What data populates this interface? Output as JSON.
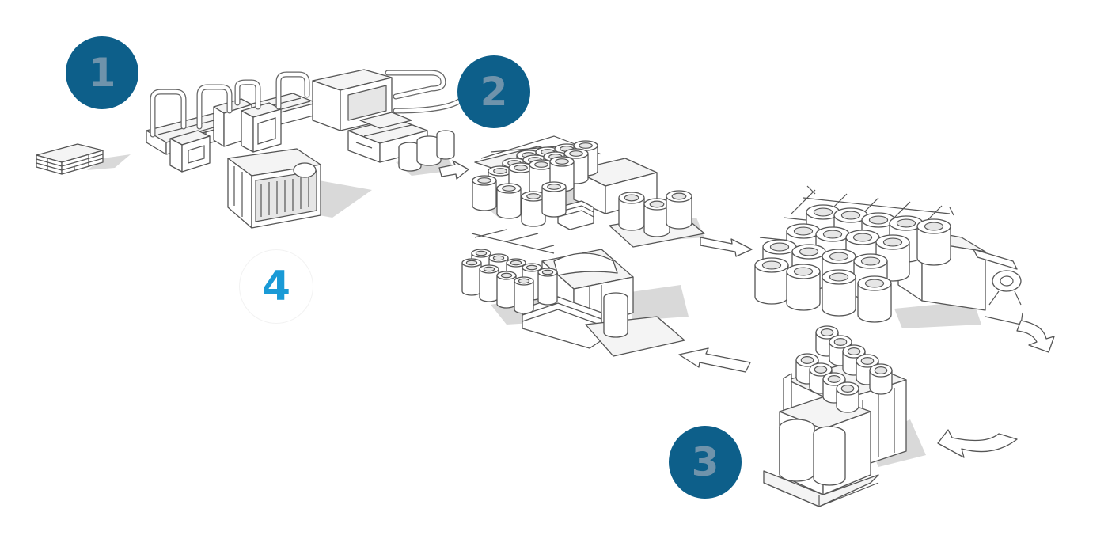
{
  "badges": [
    {
      "id": "1",
      "label": "1",
      "state": "active",
      "bg": "#0d5f8a",
      "text_color": "#6f93ab"
    },
    {
      "id": "2",
      "label": "2",
      "state": "active",
      "bg": "#0d5f8a",
      "text_color": "#6f93ab"
    },
    {
      "id": "3",
      "label": "3",
      "state": "active",
      "bg": "#0d5f8a",
      "text_color": "#6f93ab"
    },
    {
      "id": "4",
      "label": "4",
      "state": "inactive",
      "bg": "#ffffff",
      "text_color": "#1a9ad6"
    }
  ],
  "colors": {
    "background": "#ffffff",
    "line": "#555555",
    "shadow": "#d9d9d9"
  }
}
